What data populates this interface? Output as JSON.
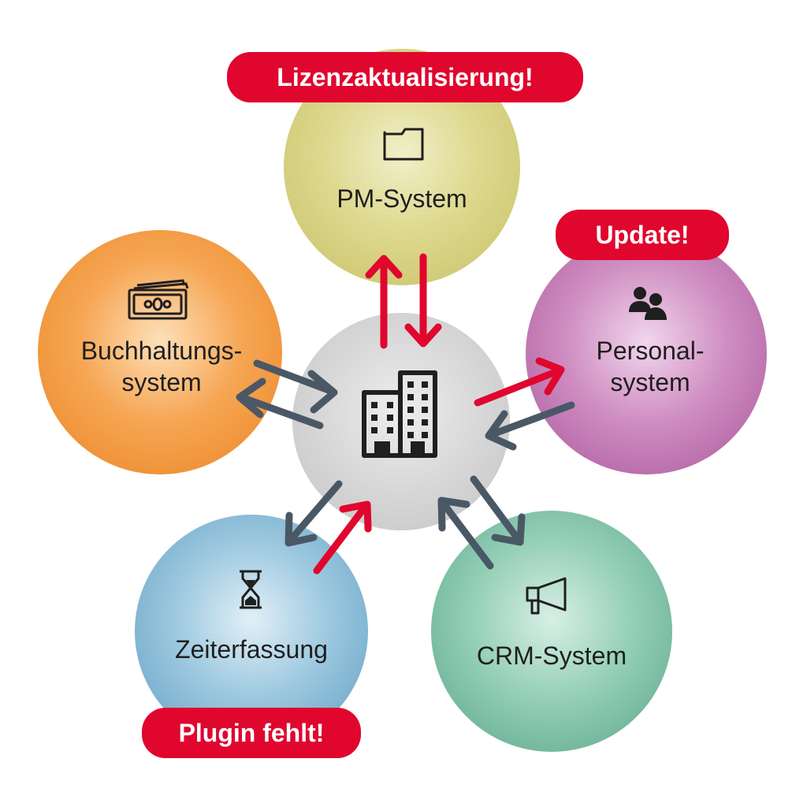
{
  "nodes": {
    "pm": {
      "label": "PM-System",
      "icon": "folder-icon",
      "color": "#ddd88d"
    },
    "acc": {
      "label_line1": "Buchhaltungs-",
      "label_line2": "system",
      "icon": "banknote-icon",
      "color": "#f6a654"
    },
    "hr": {
      "label_line1": "Personal-",
      "label_line2": "system",
      "icon": "people-icon",
      "color": "#cf8ec2"
    },
    "time": {
      "label": "Zeiterfassung",
      "icon": "hourglass-icon",
      "color": "#9cc8df"
    },
    "crm": {
      "label": "CRM-System",
      "icon": "megaphone-icon",
      "color": "#94cfb6"
    },
    "hub": {
      "icon": "office-building-icon",
      "color": "#d5d5d5"
    }
  },
  "badges": {
    "pm": "Lizenzaktualisierung!",
    "hr": "Update!",
    "time": "Plugin fehlt!"
  },
  "colors": {
    "alert": "#e0062e",
    "arrow_ok": "#4a5866",
    "text": "#1f1f1f"
  }
}
